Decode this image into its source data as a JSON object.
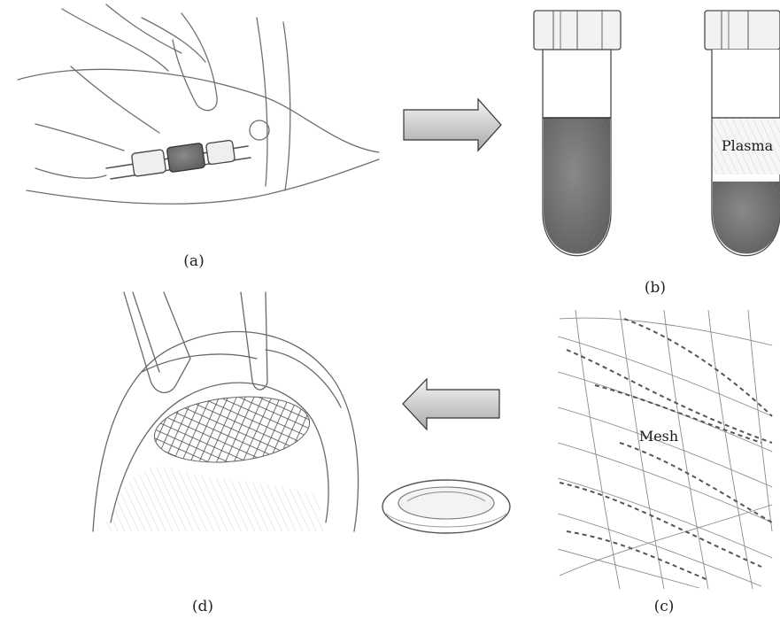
{
  "panels": {
    "a": {
      "label": "(a)"
    },
    "b": {
      "label": "(b)",
      "tube_label": "Plasma"
    },
    "c": {
      "label": "(c)",
      "mesh_label": "Mesh"
    },
    "d": {
      "label": "(d)"
    }
  }
}
